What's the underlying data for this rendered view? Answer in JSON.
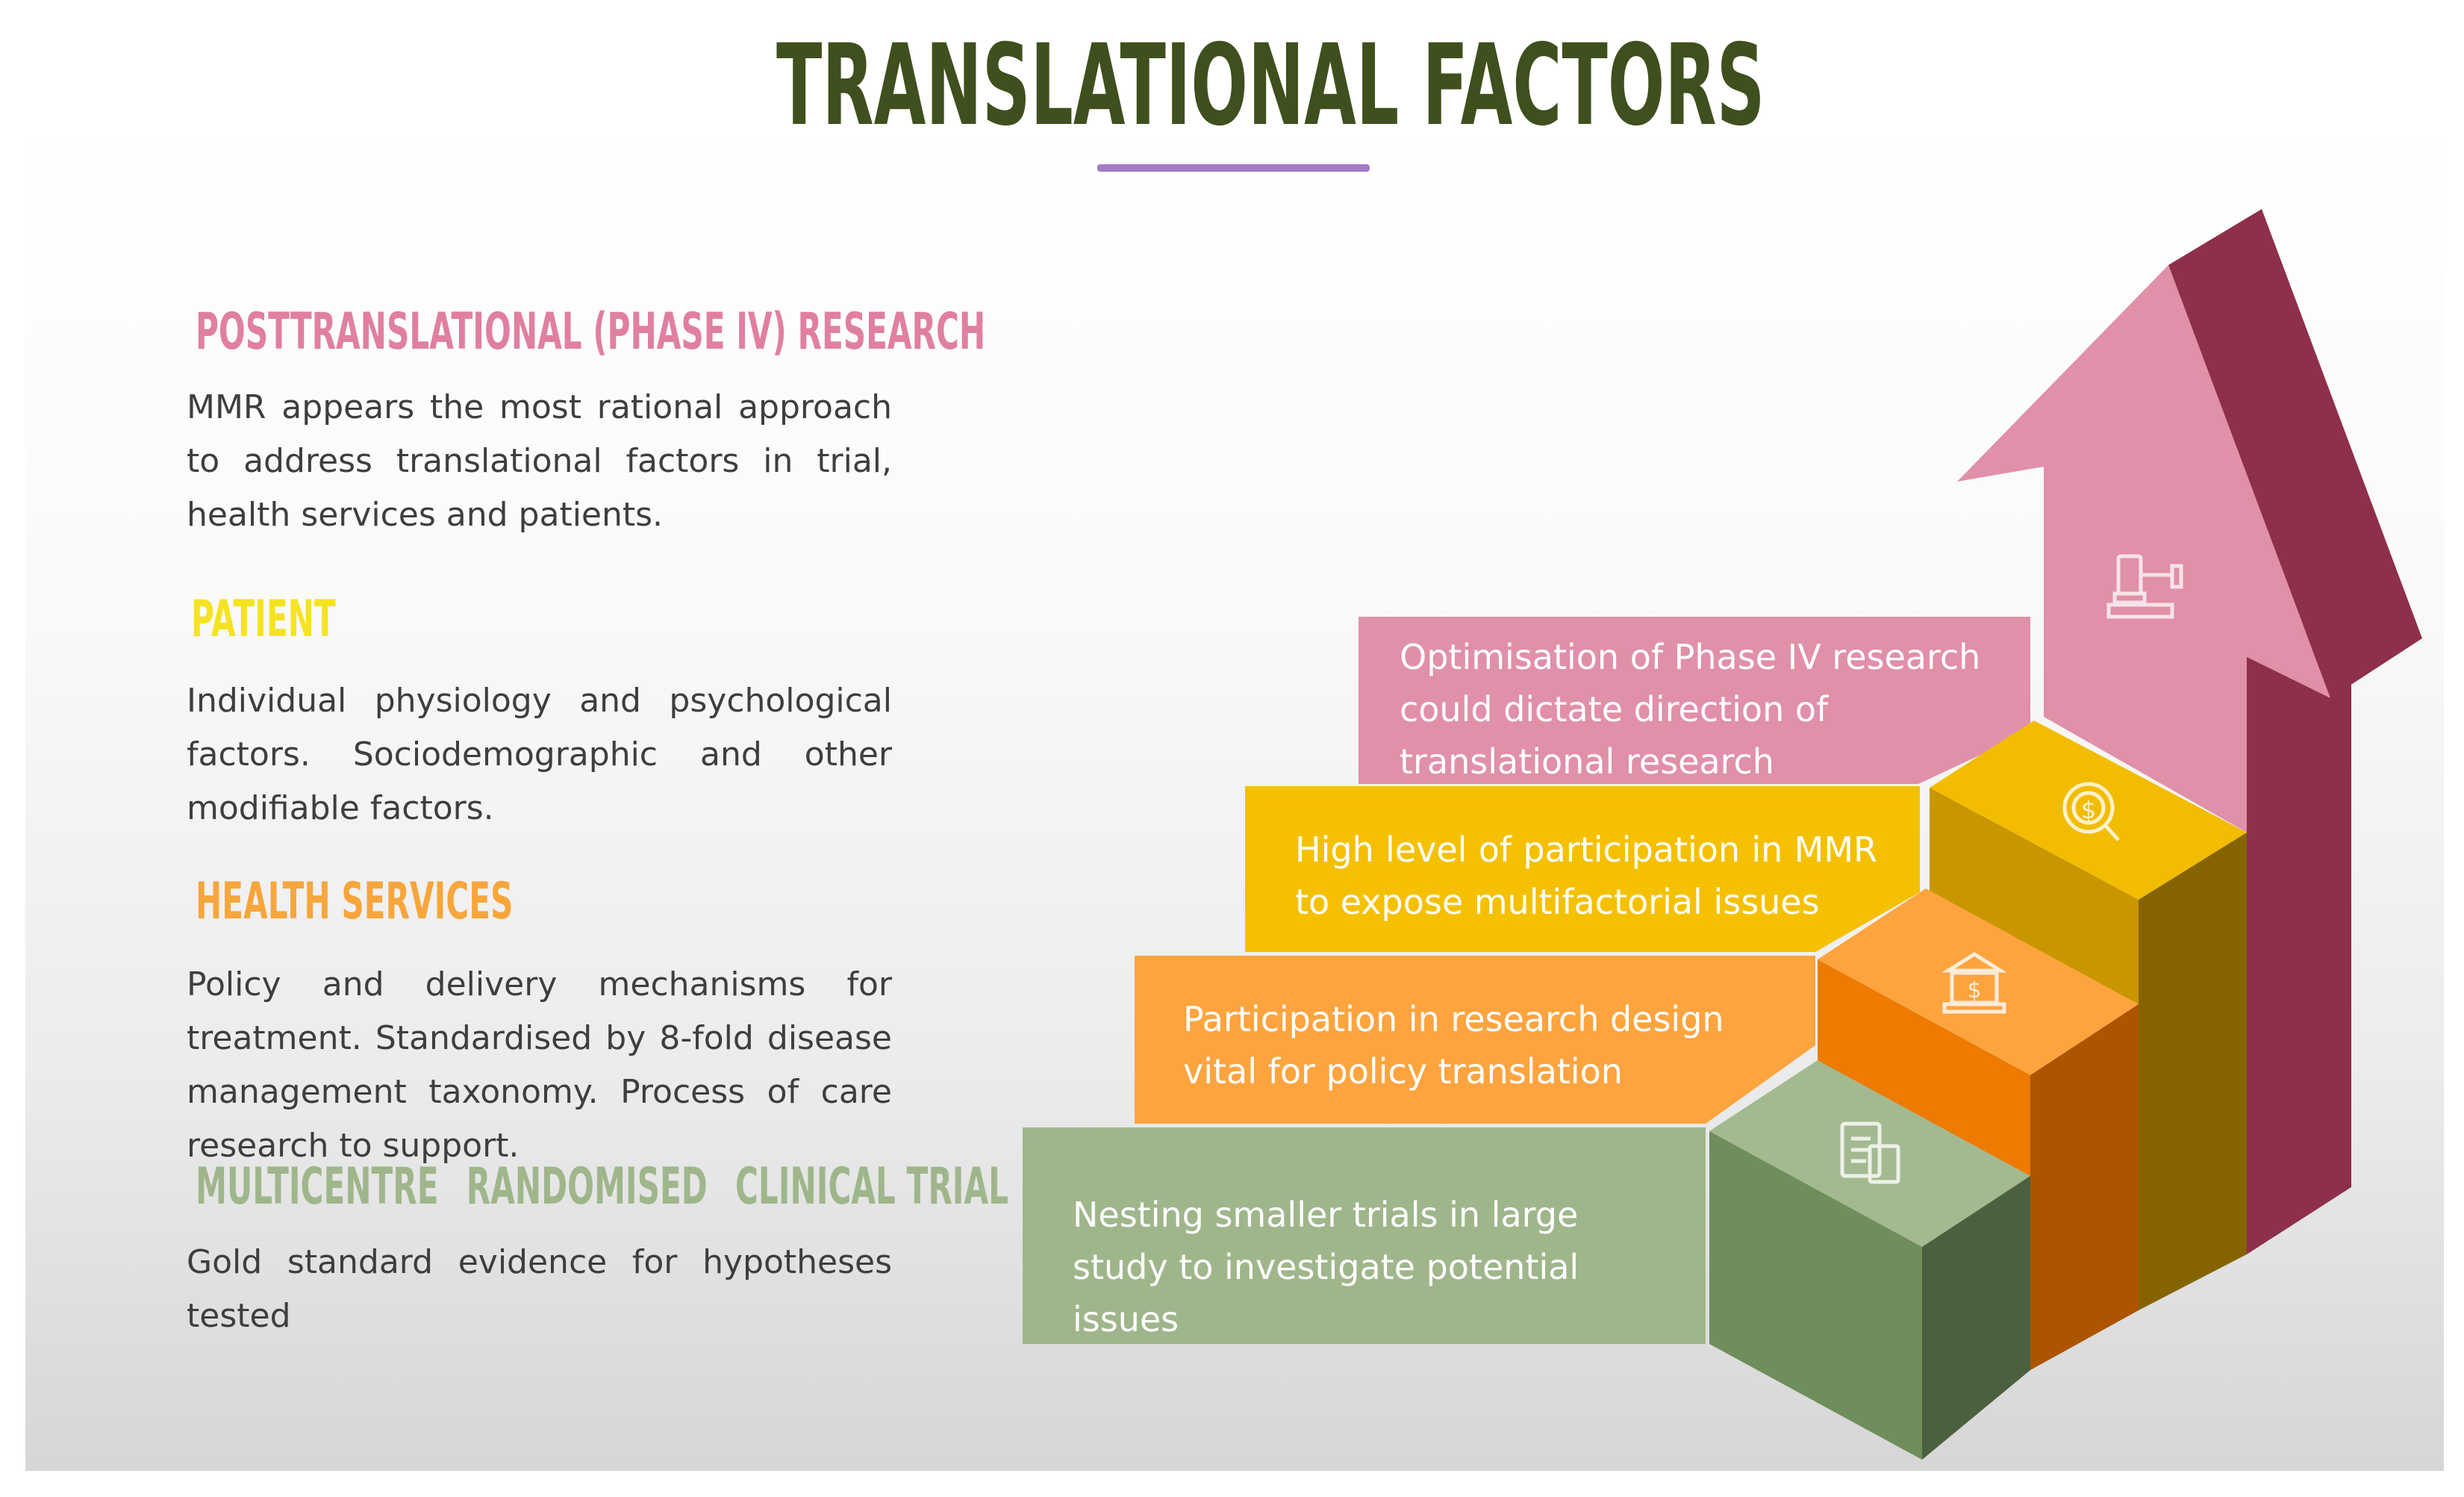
{
  "title": "TRANSLATIONAL FACTORS",
  "colors": {
    "title": "#3f4f1d",
    "underline": "#a47bc4",
    "posttranslational": "#e07fa2",
    "patient": "#f5e321",
    "health_services": "#f7a63c",
    "mrct": "#9fb68b",
    "body_text": "#3e3e3e"
  },
  "sections": {
    "posttranslational": {
      "heading": "POSTTRANSLATIONAL (PHASE IV) RESEARCH",
      "body": "MMR appears the most rational approach to address translational factors in trial, health services and patients."
    },
    "patient": {
      "heading": "PATIENT",
      "body": "Individual physiology and psychological factors. Sociodemographic and other modifiable factors."
    },
    "health_services": {
      "heading": "HEALTH SERVICES",
      "body": "Policy and delivery mechanisms for treatment. Standardised by 8-fold disease management taxonomy. Process of care research to support."
    },
    "mrct": {
      "heading_words": [
        "MULTICENTRE",
        "RANDOMISED",
        "CLINICAL TRIAL"
      ],
      "body": "Gold standard evidence for hypotheses tested"
    }
  },
  "steps": [
    {
      "text": "Nesting smaller trials in large study to investigate potential issues",
      "icon": "clipboard-calculator-icon"
    },
    {
      "text": "Participation in research design vital for policy translation",
      "icon": "bank-icon"
    },
    {
      "text": "High level of participation in MMR to expose multifactorial issues",
      "icon": "dollar-gear-icon"
    },
    {
      "text": "Optimisation of Phase IV research could dictate direction of translational research",
      "icon": "gavel-icon"
    }
  ]
}
